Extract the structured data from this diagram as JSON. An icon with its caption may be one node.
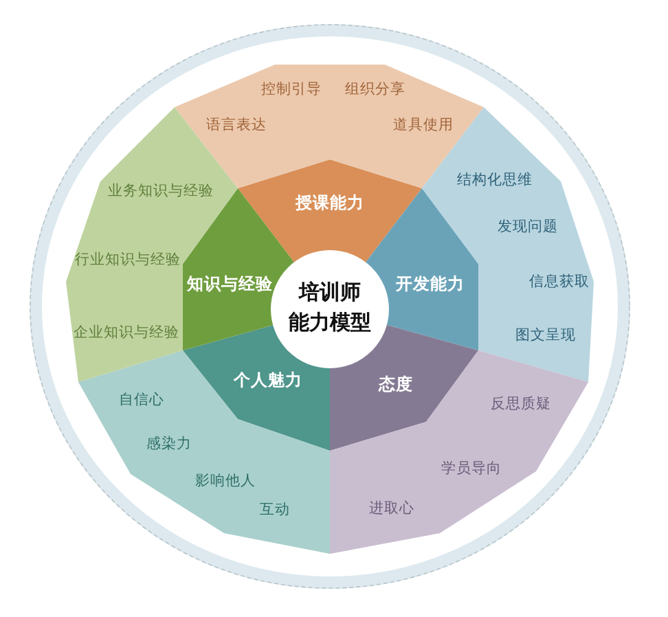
{
  "diagram": {
    "nodes": [
      {
        "text": [
          "培训师",
          "能力模型"
        ]
      },
      {
        "text": [
          "授课能力"
        ]
      },
      {
        "text": [
          "开发能力"
        ]
      },
      {
        "text": [
          "态度"
        ]
      },
      {
        "text": [
          "个人魅力"
        ]
      },
      {
        "text": [
          "知识与经验"
        ]
      },
      {
        "text": [
          "控制引导",
          "组织分享",
          "语言表达",
          "道具使用"
        ]
      },
      {
        "text": [
          "结构化思维",
          "发现问题",
          "信息获取",
          "图文呈现"
        ]
      },
      {
        "text": [
          "反思质疑",
          "学员导向",
          "进取心"
        ]
      },
      {
        "text": [
          "自信心",
          "感染力",
          "影响他人",
          "互动"
        ]
      },
      {
        "text": [
          "业务知识与经验",
          "行业知识与经验",
          "企业知识与经验"
        ]
      }
    ]
  }
}
